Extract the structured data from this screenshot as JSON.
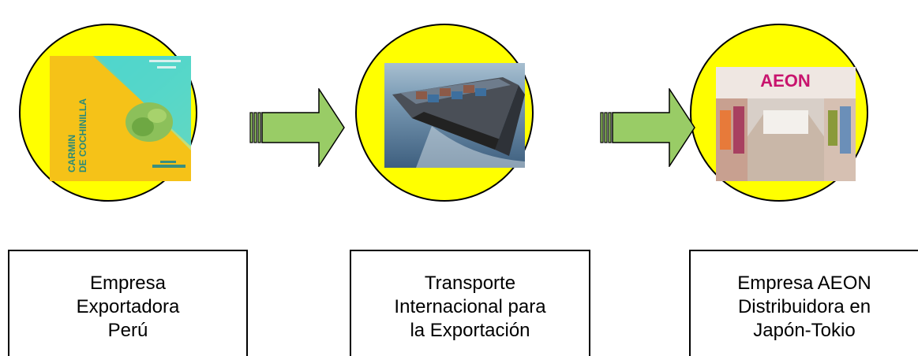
{
  "colors": {
    "circle_fill": "#ffff00",
    "arrow_fill": "#99cc66",
    "outline": "#000000"
  },
  "steps": [
    {
      "label": "Empresa\nExportadora\nPerú",
      "image_icon": "carmin-cochinilla-package-icon"
    },
    {
      "label": "Transporte\nInternacional para\nla Exportación",
      "image_icon": "container-ship-icon"
    },
    {
      "label": "Empresa AEON\nDistribuidora en\nJapón-Tokio",
      "image_icon": "aeon-store-icon"
    }
  ],
  "images": {
    "package_text": "CARMIN\nDE COCHINILLA",
    "store_logo": "AEON"
  }
}
